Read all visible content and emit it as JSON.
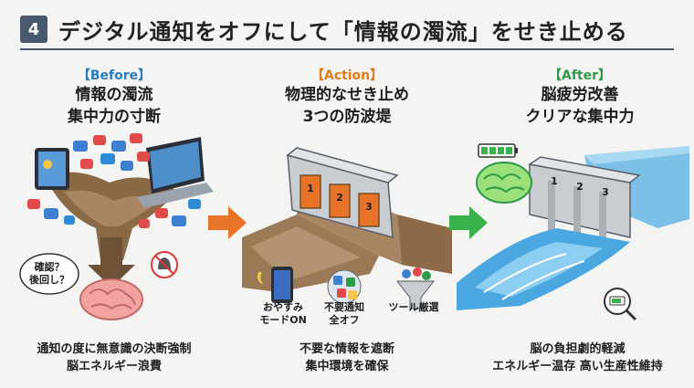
{
  "header": {
    "number": "4",
    "title": "デジタル通知をオフにして「情報の濁流」をせき止める"
  },
  "columns": [
    {
      "tag": "【Before】",
      "heading_line1": "情報の濁流",
      "heading_line2": "集中力の寸断",
      "caption_line1": "通知の度に無意識の決断強制",
      "caption_line2": "脳エネルギー浪費"
    },
    {
      "tag": "【Action】",
      "heading_line1": "物理的なせき止め",
      "heading_line2": "3つの防波堤",
      "caption_line1": "不要な情報を遮断",
      "caption_line2": "集中環境を確保"
    },
    {
      "tag": "【After】",
      "heading_line1": "脳疲労改善",
      "heading_line2": "クリアな集中力",
      "caption_line1": "脳の負担劇的軽減",
      "caption_line2": "エネルギー温存 高い生産性維持"
    }
  ],
  "before_art": {
    "speech_line1": "確認？",
    "speech_line2": "後回し？"
  },
  "action_art": {
    "gate_numbers": [
      "1",
      "2",
      "3"
    ],
    "label1_line1": "おやすみ",
    "label1_line2": "モードON",
    "label2_line1": "不要通知",
    "label2_line2": "全オフ",
    "label3": "ツール厳選"
  },
  "after_art": {
    "gate_numbers": [
      "1",
      "2",
      "3"
    ]
  },
  "colors": {
    "before": "#2b7bbf",
    "action": "#e07a1a",
    "after": "#2f9a4a",
    "badge": "#4a5a6e"
  }
}
